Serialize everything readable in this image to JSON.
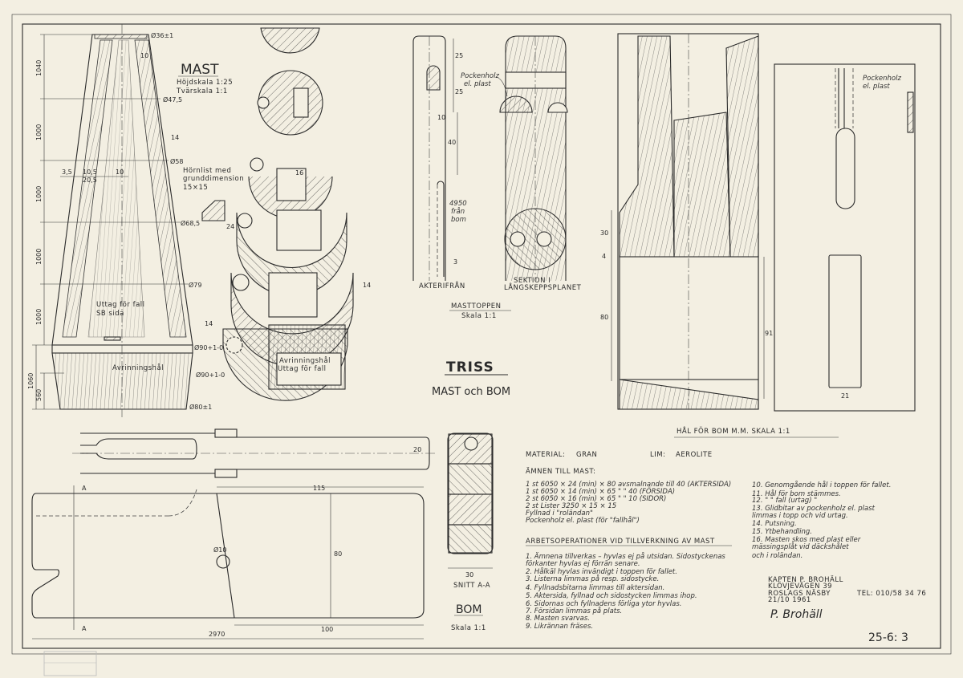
{
  "title": {
    "main": "TRISS",
    "sub": "MAST och BOM"
  },
  "drawing_number": "25-6: 3",
  "mast": {
    "title": "MAST",
    "height_scale": "Höjdskala 1:25",
    "cross_scale": "Tvärskala 1:1",
    "height_dims": [
      "1040",
      "1000",
      "1000",
      "1000",
      "1000",
      "1060",
      "560"
    ],
    "diameters": [
      "Ø36±1",
      "Ø47,5",
      "Ø58",
      "Ø68,5",
      "Ø79",
      "Ø90+1-0",
      "Ø90+1-0",
      "Ø80±1"
    ],
    "wall_dims": [
      "10",
      "14",
      "14",
      "3,5",
      "10,5",
      "20,5",
      "10"
    ],
    "corner_strip_label": [
      "Hörnlist med",
      "grunddimension",
      "15×15"
    ],
    "fall_recess_label": [
      "Uttag för fall",
      "SB sida"
    ],
    "drain_label": "Avrinningshål"
  },
  "sections": {
    "dims": [
      "16",
      "24",
      "14"
    ],
    "drain_label": "Avrinningshål",
    "fall_recess_label": "Uttag för fall"
  },
  "masttop": {
    "title": "MASTTOPPEN",
    "scale": "Skala 1:1",
    "dims": [
      "25",
      "25",
      "10",
      "40",
      "3"
    ],
    "slot_note": [
      "4950",
      "från",
      "bom"
    ],
    "pocken_label": [
      "Pockenholz",
      "el. plast"
    ],
    "view_aft": "AKTERIFRÅN",
    "view_section": [
      "SEKTION I",
      "LÅNGSKEPPSPLANET"
    ]
  },
  "boom_hole": {
    "title": "HÅL FÖR BOM M.M. SKALA 1:1",
    "dims": [
      "30",
      "4",
      "80",
      "91",
      "21"
    ],
    "pocken_label": [
      "Pockenholz",
      "el. plast"
    ]
  },
  "boom": {
    "title": "BOM",
    "scale": "Skala 1:1",
    "dims": [
      "20",
      "115",
      "80",
      "Ø10",
      "100",
      "2970"
    ],
    "section_marker": "A",
    "section_width": "30",
    "section_label": "SNITT A-A"
  },
  "materials": {
    "material_label": "MATERIAL:",
    "material_value": "GRAN",
    "glue_label": "LIM:",
    "glue_value": "AEROLITE",
    "blanks_heading": "ÄMNEN TILL MAST:",
    "blanks": [
      "1 st  6050 × 24 (min) × 80 avsmalnande till 40 (AKTERSIDA)",
      "1 st  6050 × 14 (min) × 65        \"         \"  40 (FÖRSIDA)",
      "2 st  6050 × 16 (min) × 65        \"         \"  10 (SIDOR)",
      "2 st  Lister  3250 × 15 × 15",
      "Fyllnad i \"roländan\"",
      "Pockenholz el. plast (för \"fallhål\")"
    ]
  },
  "operations": {
    "heading": "ARBETSOPERATIONER VID TILLVERKNING AV MAST",
    "lines_left": [
      "1. Ämnena tillverkas – hyvlas ej på utsidan. Sidostyckenas",
      "    förkanter hyvlas ej förrän senare.",
      "2. Hålkäl hyvlas invändigt i toppen för fallet.",
      "3. Listerna limmas på resp. sidostycke.",
      "4. Fyllnadsbitarna limmas till aktersidan.",
      "5. Aktersida, fyllnad och sidostycken limmas ihop.",
      "6. Sidornas och fyllnadens förliga ytor hyvlas.",
      "7. Försidan limmas på plats.",
      "8. Masten svarvas.",
      "9. Likrännan fräses."
    ],
    "lines_right": [
      "10. Genomgående hål i toppen för fallet.",
      "11. Hål för bom stämmes.",
      "12.   \"      \"  fall (urtag)  \"",
      "13. Glidbitar av pockenholz el. plast",
      "      limmas i topp och vid urtag.",
      "14. Putsning.",
      "15. Ytbehandling.",
      "16. Masten skos med plast eller",
      "      mässingsplåt vid däckshålet",
      "      och i roländan."
    ]
  },
  "author": {
    "name": "KAPTEN P. BROHÄLL",
    "street": "KLÖVJEVÄGEN 39",
    "city": "ROSLAGS NÄSBY",
    "date": "21/10 1961",
    "phone": "TEL: 010/58 34 76",
    "signature": "P. Brohäll"
  },
  "colors": {
    "paper": "#f3efe2",
    "ink": "#2a2a2a"
  }
}
